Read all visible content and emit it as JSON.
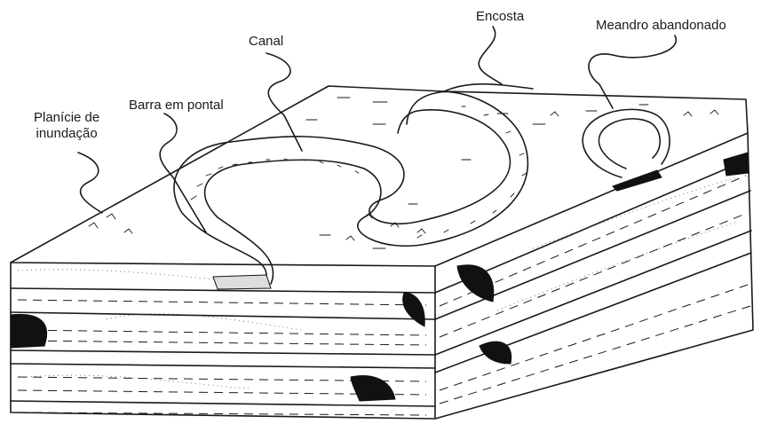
{
  "labels": {
    "planicie": [
      "Planície de",
      "inundação"
    ],
    "barra": "Barra em pontal",
    "canal": "Canal",
    "encosta": "Encosta",
    "meandro": "Meandro abandonado"
  }
}
